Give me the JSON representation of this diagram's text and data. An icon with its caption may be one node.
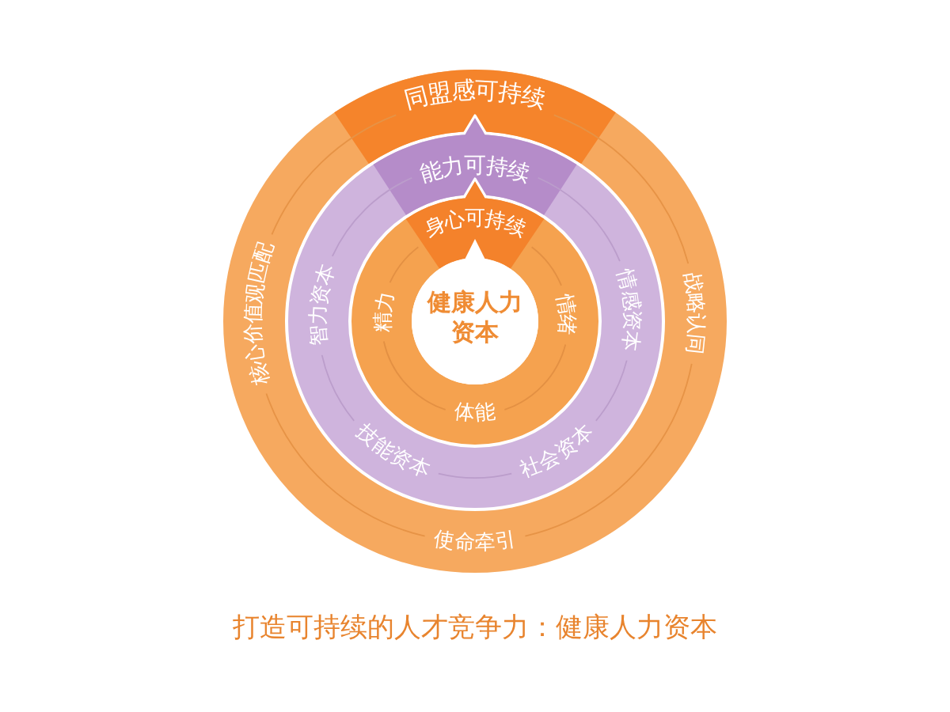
{
  "diagram": {
    "caption": "打造可持续的人才竞争力：健康人力资本",
    "nodes": [
      {
        "text": [
          "同盟感可持续",
          "核心价值观匹配",
          "战略认同",
          "使命牵引"
        ]
      },
      {
        "text": [
          "能力可持续",
          "智力资本",
          "情感资本",
          "技能资本",
          "社会资本"
        ],
        "in": 0
      },
      {
        "text": [
          "身心可持续",
          "精力",
          "情绪",
          "体能"
        ],
        "in": 1
      },
      {
        "text": [
          "健康人力资本"
        ],
        "in": 2
      }
    ]
  }
}
